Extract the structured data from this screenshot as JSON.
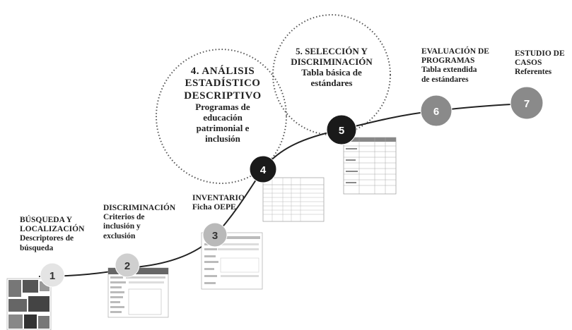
{
  "steps": [
    {
      "number": "1",
      "lines": [
        "BÚSQUEDA Y",
        "LOCALIZACIÓN",
        "Descriptores de",
        "búsqueda"
      ],
      "color": "#e4e4e4",
      "text_color": "#333333"
    },
    {
      "number": "2",
      "lines": [
        "DISCRIMINACIÓN",
        "Criterios de",
        "inclusión y",
        "exclusión"
      ],
      "color": "#cfcfcf",
      "text_color": "#333333"
    },
    {
      "number": "3",
      "lines": [
        "INVENTARIO",
        "Ficha OEPE"
      ],
      "color": "#b9b9b9",
      "text_color": "#333333"
    },
    {
      "number": "4",
      "lines": [
        "4. ANÁLISIS",
        "ESTADÍSTICO",
        "DESCRIPTIVO",
        "Programas de",
        "educación",
        "patrimonial e",
        "inclusión"
      ],
      "color": "#1a1a1a",
      "text_color": "#ffffff"
    },
    {
      "number": "5",
      "lines": [
        "5. SELECCIÓN Y",
        "DISCRIMINACIÓN",
        "Tabla básica de",
        "estándares"
      ],
      "color": "#1a1a1a",
      "text_color": "#ffffff"
    },
    {
      "number": "6",
      "lines": [
        "EVALUACIÓN DE",
        "PROGRAMAS",
        "Tabla extendida",
        "de estándares"
      ],
      "color": "#8a8a8a",
      "text_color": "#ffffff"
    },
    {
      "number": "7",
      "lines": [
        "ESTUDIO DE",
        "CASOS",
        "Referentes"
      ],
      "color": "#8a8a8a",
      "text_color": "#ffffff"
    }
  ],
  "colors": {
    "curve": "#222222",
    "dotted": "#555555",
    "thumb_border": "#9a9a9a"
  }
}
